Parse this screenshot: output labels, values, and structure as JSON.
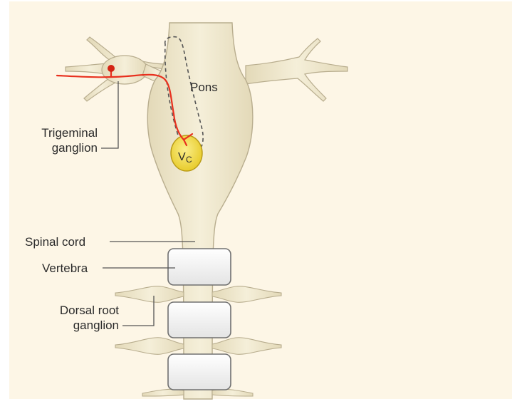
{
  "labels": {
    "pons": "Pons",
    "trigeminal_line1": "Trigeminal",
    "trigeminal_line2": "ganglion",
    "spinal_cord": "Spinal cord",
    "vertebra": "Vertebra",
    "dorsal_line1": "Dorsal root",
    "dorsal_line2": "ganglion",
    "vc_main": "V",
    "vc_sub": "C"
  },
  "colors": {
    "background": "#fdf6e6",
    "neural_tissue": "#f0e8ce",
    "neural_outline": "#b8ad8e",
    "vertebra_fill": "#f4f4f4",
    "vertebra_outline": "#707070",
    "nucleus_fill": "#f2dc4a",
    "nucleus_outline": "#b89a16",
    "neuron": "#e8301e",
    "leader_line": "#555555"
  }
}
